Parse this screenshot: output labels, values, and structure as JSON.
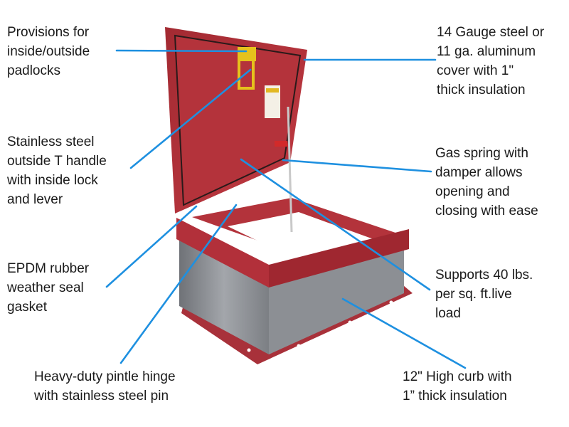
{
  "callouts": {
    "padlocks": {
      "lines": [
        "Provisions for",
        "inside/outside",
        "padlocks"
      ]
    },
    "cover": {
      "lines": [
        "14 Gauge steel or",
        "11 ga. aluminum",
        "cover with 1\"",
        "thick insulation"
      ]
    },
    "t_handle": {
      "lines": [
        "Stainless steel",
        "outside T handle",
        "with inside lock",
        "and lever"
      ]
    },
    "gas_spring": {
      "lines": [
        "Gas spring with",
        "damper allows",
        "opening and",
        "closing with ease"
      ]
    },
    "gasket": {
      "lines": [
        "EPDM rubber",
        "weather seal",
        "gasket"
      ]
    },
    "load": {
      "lines": [
        "Supports 40 lbs.",
        "per sq. ft.live",
        "load"
      ]
    },
    "hinge": {
      "lines": [
        "Heavy-duty pintle hinge",
        "with stainless steel pin"
      ]
    },
    "curb": {
      "lines": [
        "12\" High curb with",
        "1” thick insulation"
      ]
    }
  },
  "colors": {
    "leader_line": "#1e90e0",
    "hatch_red": "#b8323a",
    "hatch_red_dark": "#8e2229",
    "curb_gray": "#8c8f94"
  },
  "icons": {
    "hatch": "roof-hatch-illustration"
  }
}
